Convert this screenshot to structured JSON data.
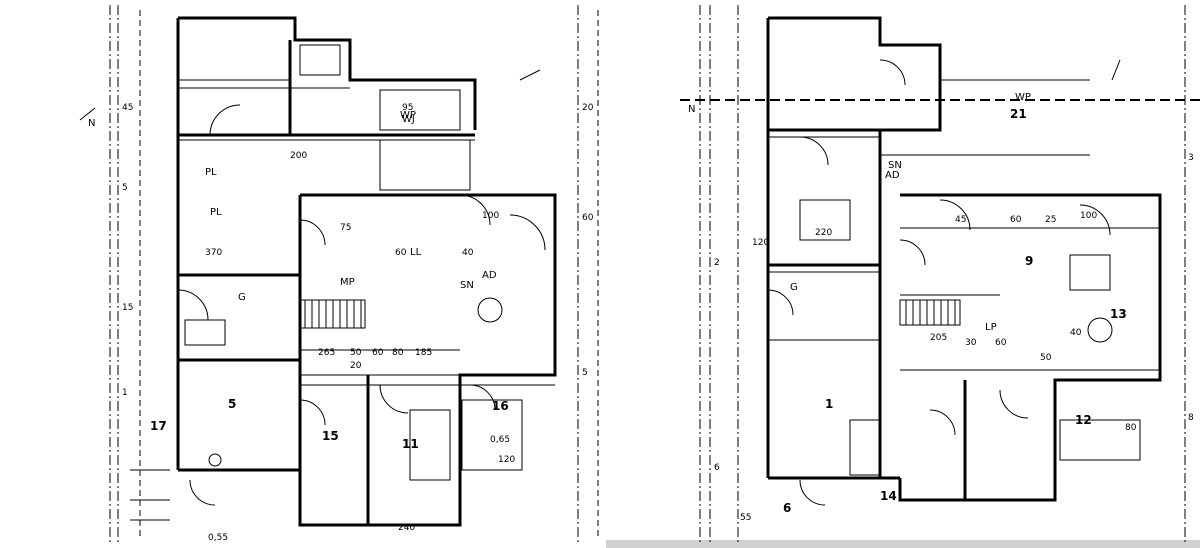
{
  "colors": {
    "ink": "#000000",
    "paper": "#ffffff",
    "band": "#d0d0d0"
  },
  "left_plan": {
    "rooms": [
      "5",
      "15",
      "11",
      "16",
      "17"
    ],
    "labels": [
      "PL",
      "PL",
      "LL",
      "MP",
      "WP",
      "AD",
      "N",
      "WJ",
      "SN",
      "G"
    ],
    "dims": [
      "370",
      "60",
      "265",
      "50",
      "60",
      "80",
      "185",
      "20",
      "75",
      "100",
      "120",
      "0,65",
      "0,55",
      "200",
      "240",
      "40",
      "95"
    ]
  },
  "right_plan": {
    "rooms": [
      "1",
      "6",
      "9",
      "12",
      "13",
      "14",
      "21"
    ],
    "labels": [
      "SN",
      "LP",
      "AD",
      "WP",
      "G",
      "N"
    ],
    "dims": [
      "220",
      "120",
      "45",
      "60",
      "25",
      "80",
      "205",
      "30",
      "40",
      "50",
      "100",
      "60"
    ]
  },
  "margin_labels": [
    "1",
    "2",
    "3",
    "5",
    "6",
    "8",
    "15",
    "20",
    "45",
    "55",
    "60"
  ]
}
